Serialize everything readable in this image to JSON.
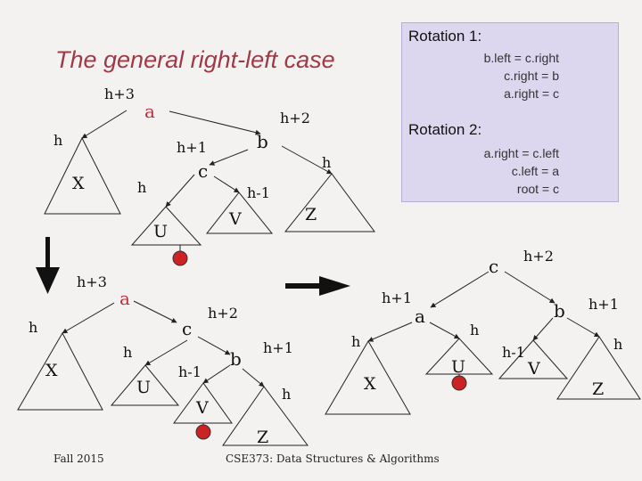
{
  "title": "The general right-left case",
  "rotation1": {
    "heading": "Rotation 1:",
    "lines": [
      "b.left = c.right",
      "c.right = b",
      "a.right = c"
    ]
  },
  "rotation2": {
    "heading": "Rotation 2:",
    "lines": [
      "a.right = c.left",
      "c.left = a",
      "root = c"
    ]
  },
  "footer": {
    "left": "Fall 2015",
    "center": "CSE373: Data Structures & Algorithms"
  },
  "colors": {
    "highlight": "#c0303c",
    "insert_node": "#cc2222"
  },
  "tree1": {
    "nodes": {
      "a": "a",
      "b": "b",
      "c": "c"
    },
    "subtrees": {
      "X": "X",
      "U": "U",
      "V": "V",
      "Z": "Z"
    },
    "heights": {
      "h3": "h+3",
      "h2": "h+2",
      "h_ax": "h",
      "h1": "h+1",
      "h_bz": "h",
      "h_cu": "h",
      "hm1": "h-1"
    }
  },
  "tree2": {
    "nodes": {
      "a": "a",
      "c": "c",
      "b": "b"
    },
    "subtrees": {
      "X": "X",
      "U": "U",
      "V": "V",
      "Z": "Z"
    },
    "heights": {
      "h3": "h+3",
      "h_ax": "h",
      "h2": "h+2",
      "h_cu": "h",
      "h1": "h+1",
      "hm1": "h-1",
      "h_bz": "h"
    }
  },
  "tree3": {
    "nodes": {
      "c": "c",
      "a": "a",
      "b": "b"
    },
    "subtrees": {
      "X": "X",
      "U": "U",
      "V": "V",
      "Z": "Z"
    },
    "heights": {
      "h2": "h+2",
      "h1a": "h+1",
      "h1b": "h+1",
      "h_ax": "h",
      "h_au": "h",
      "hm1": "h-1",
      "h_bz": "h"
    }
  }
}
